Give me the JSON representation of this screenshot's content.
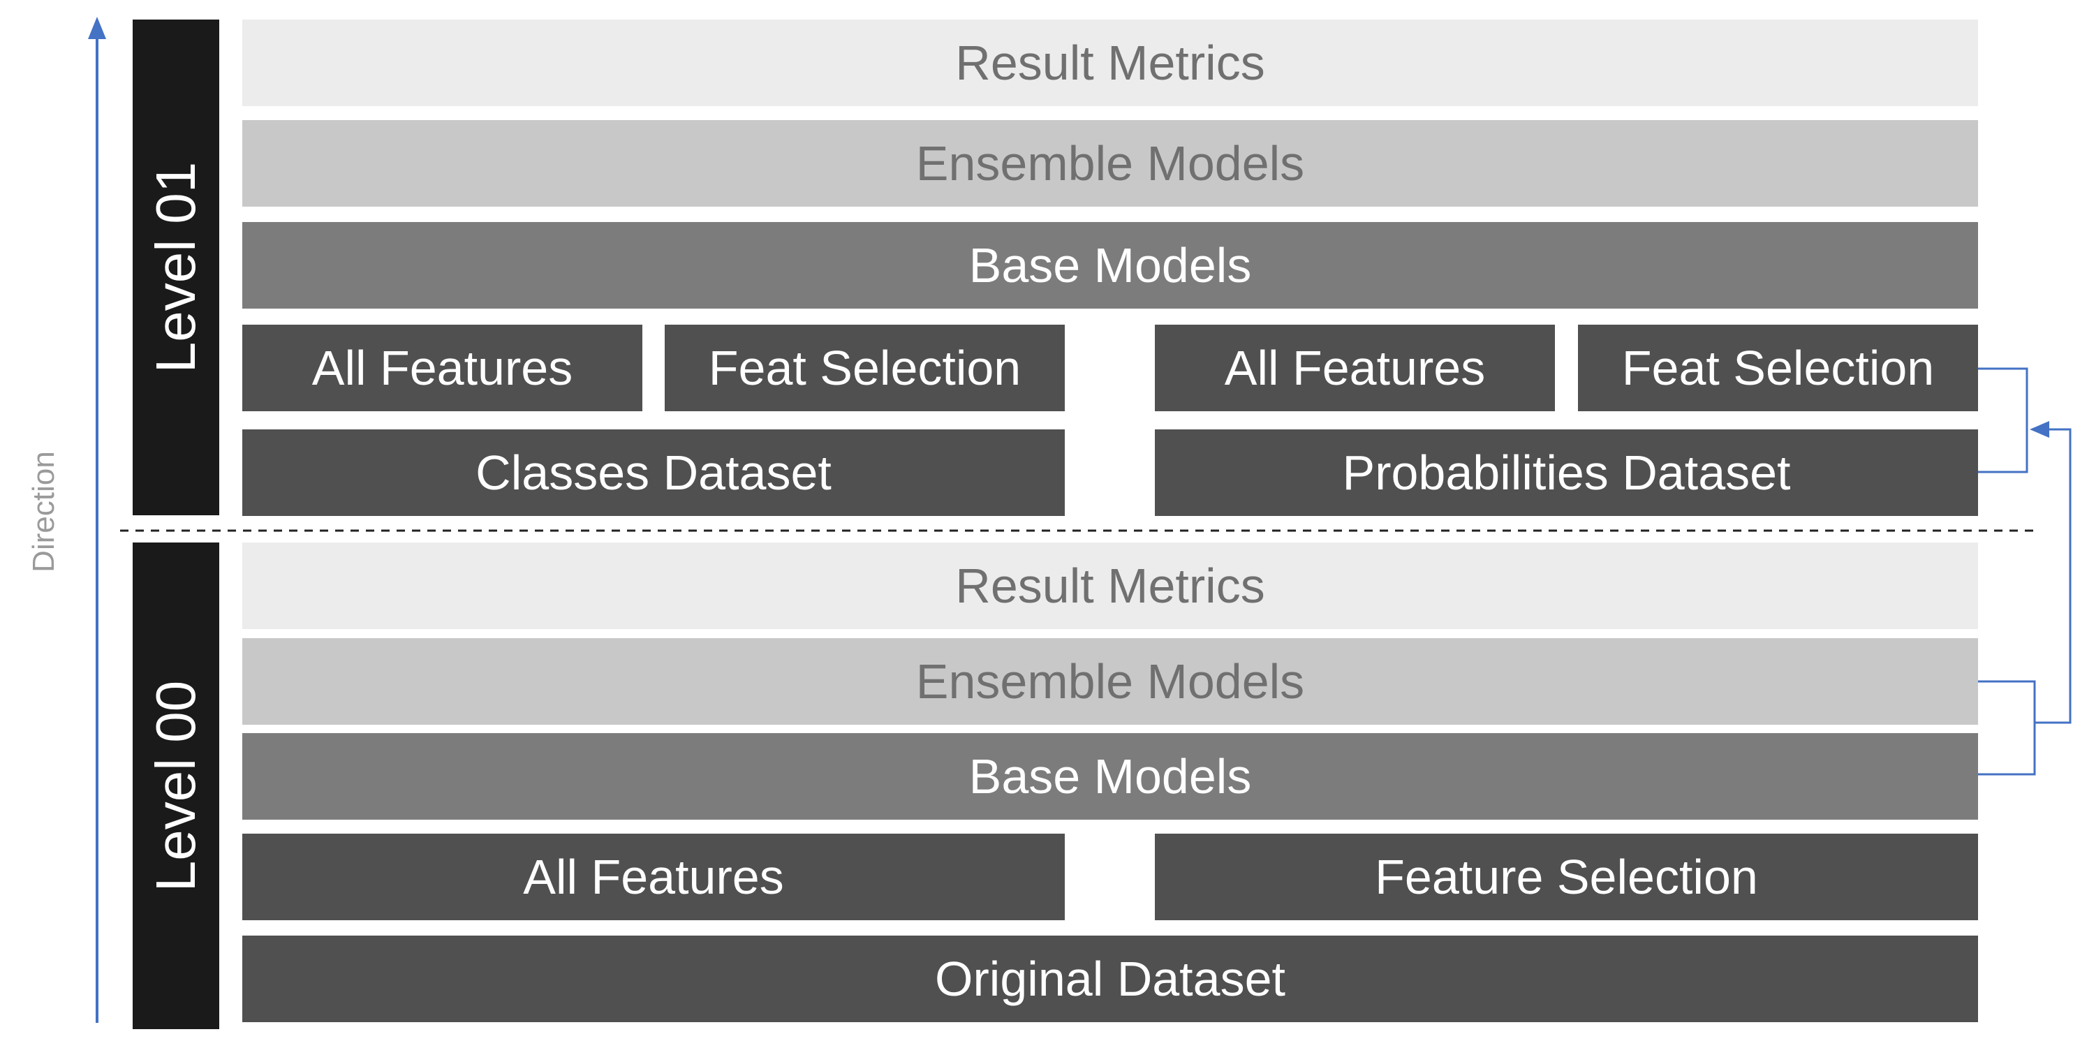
{
  "direction_label": "Direction",
  "colors": {
    "arrow": "#4472c4",
    "level_bar": "#1a1a1a",
    "result_metrics": "#ececec",
    "ensemble_models": "#c8c8c8",
    "base_models": "#7c7c7c",
    "data_blocks": "#505050"
  },
  "level01": {
    "label": "Level 01",
    "result_metrics": "Result Metrics",
    "ensemble_models": "Ensemble Models",
    "base_models": "Base Models",
    "left_all_features": "All Features",
    "left_feat_selection": "Feat Selection",
    "right_all_features": "All Features",
    "right_feat_selection": "Feat Selection",
    "classes_dataset": "Classes Dataset",
    "probabilities_dataset": "Probabilities Dataset"
  },
  "level00": {
    "label": "Level 00",
    "result_metrics": "Result Metrics",
    "ensemble_models": "Ensemble Models",
    "base_models": "Base Models",
    "all_features": "All Features",
    "feature_selection": "Feature Selection",
    "original_dataset": "Original Dataset"
  }
}
